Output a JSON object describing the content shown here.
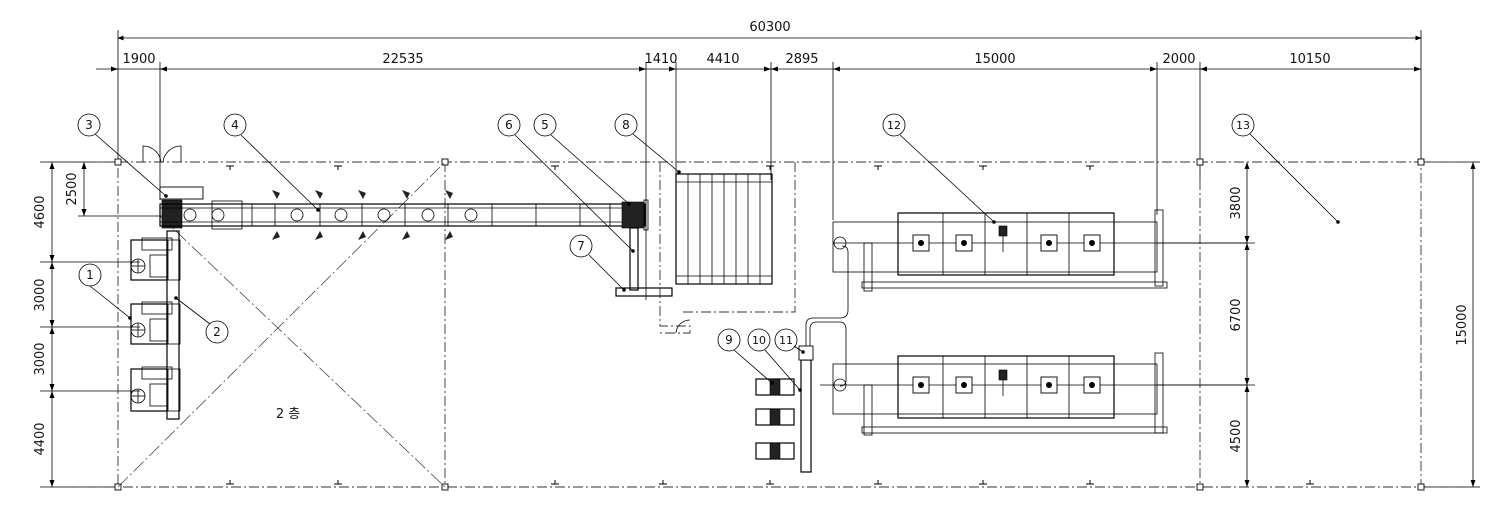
{
  "dimensions": {
    "overall": "60300",
    "top_segments": [
      "1900",
      "22535",
      "1410",
      "4410",
      "2895",
      "15000",
      "2000",
      "10150"
    ],
    "left_segments": [
      "4600",
      "2500",
      "3000",
      "3000",
      "4400"
    ],
    "right_segments": [
      "3800",
      "6700",
      "4500"
    ],
    "right_total": "15000"
  },
  "callouts": [
    "1",
    "2",
    "3",
    "4",
    "5",
    "6",
    "7",
    "8",
    "9",
    "10",
    "11",
    "12",
    "13"
  ],
  "floor_label": "2 층"
}
